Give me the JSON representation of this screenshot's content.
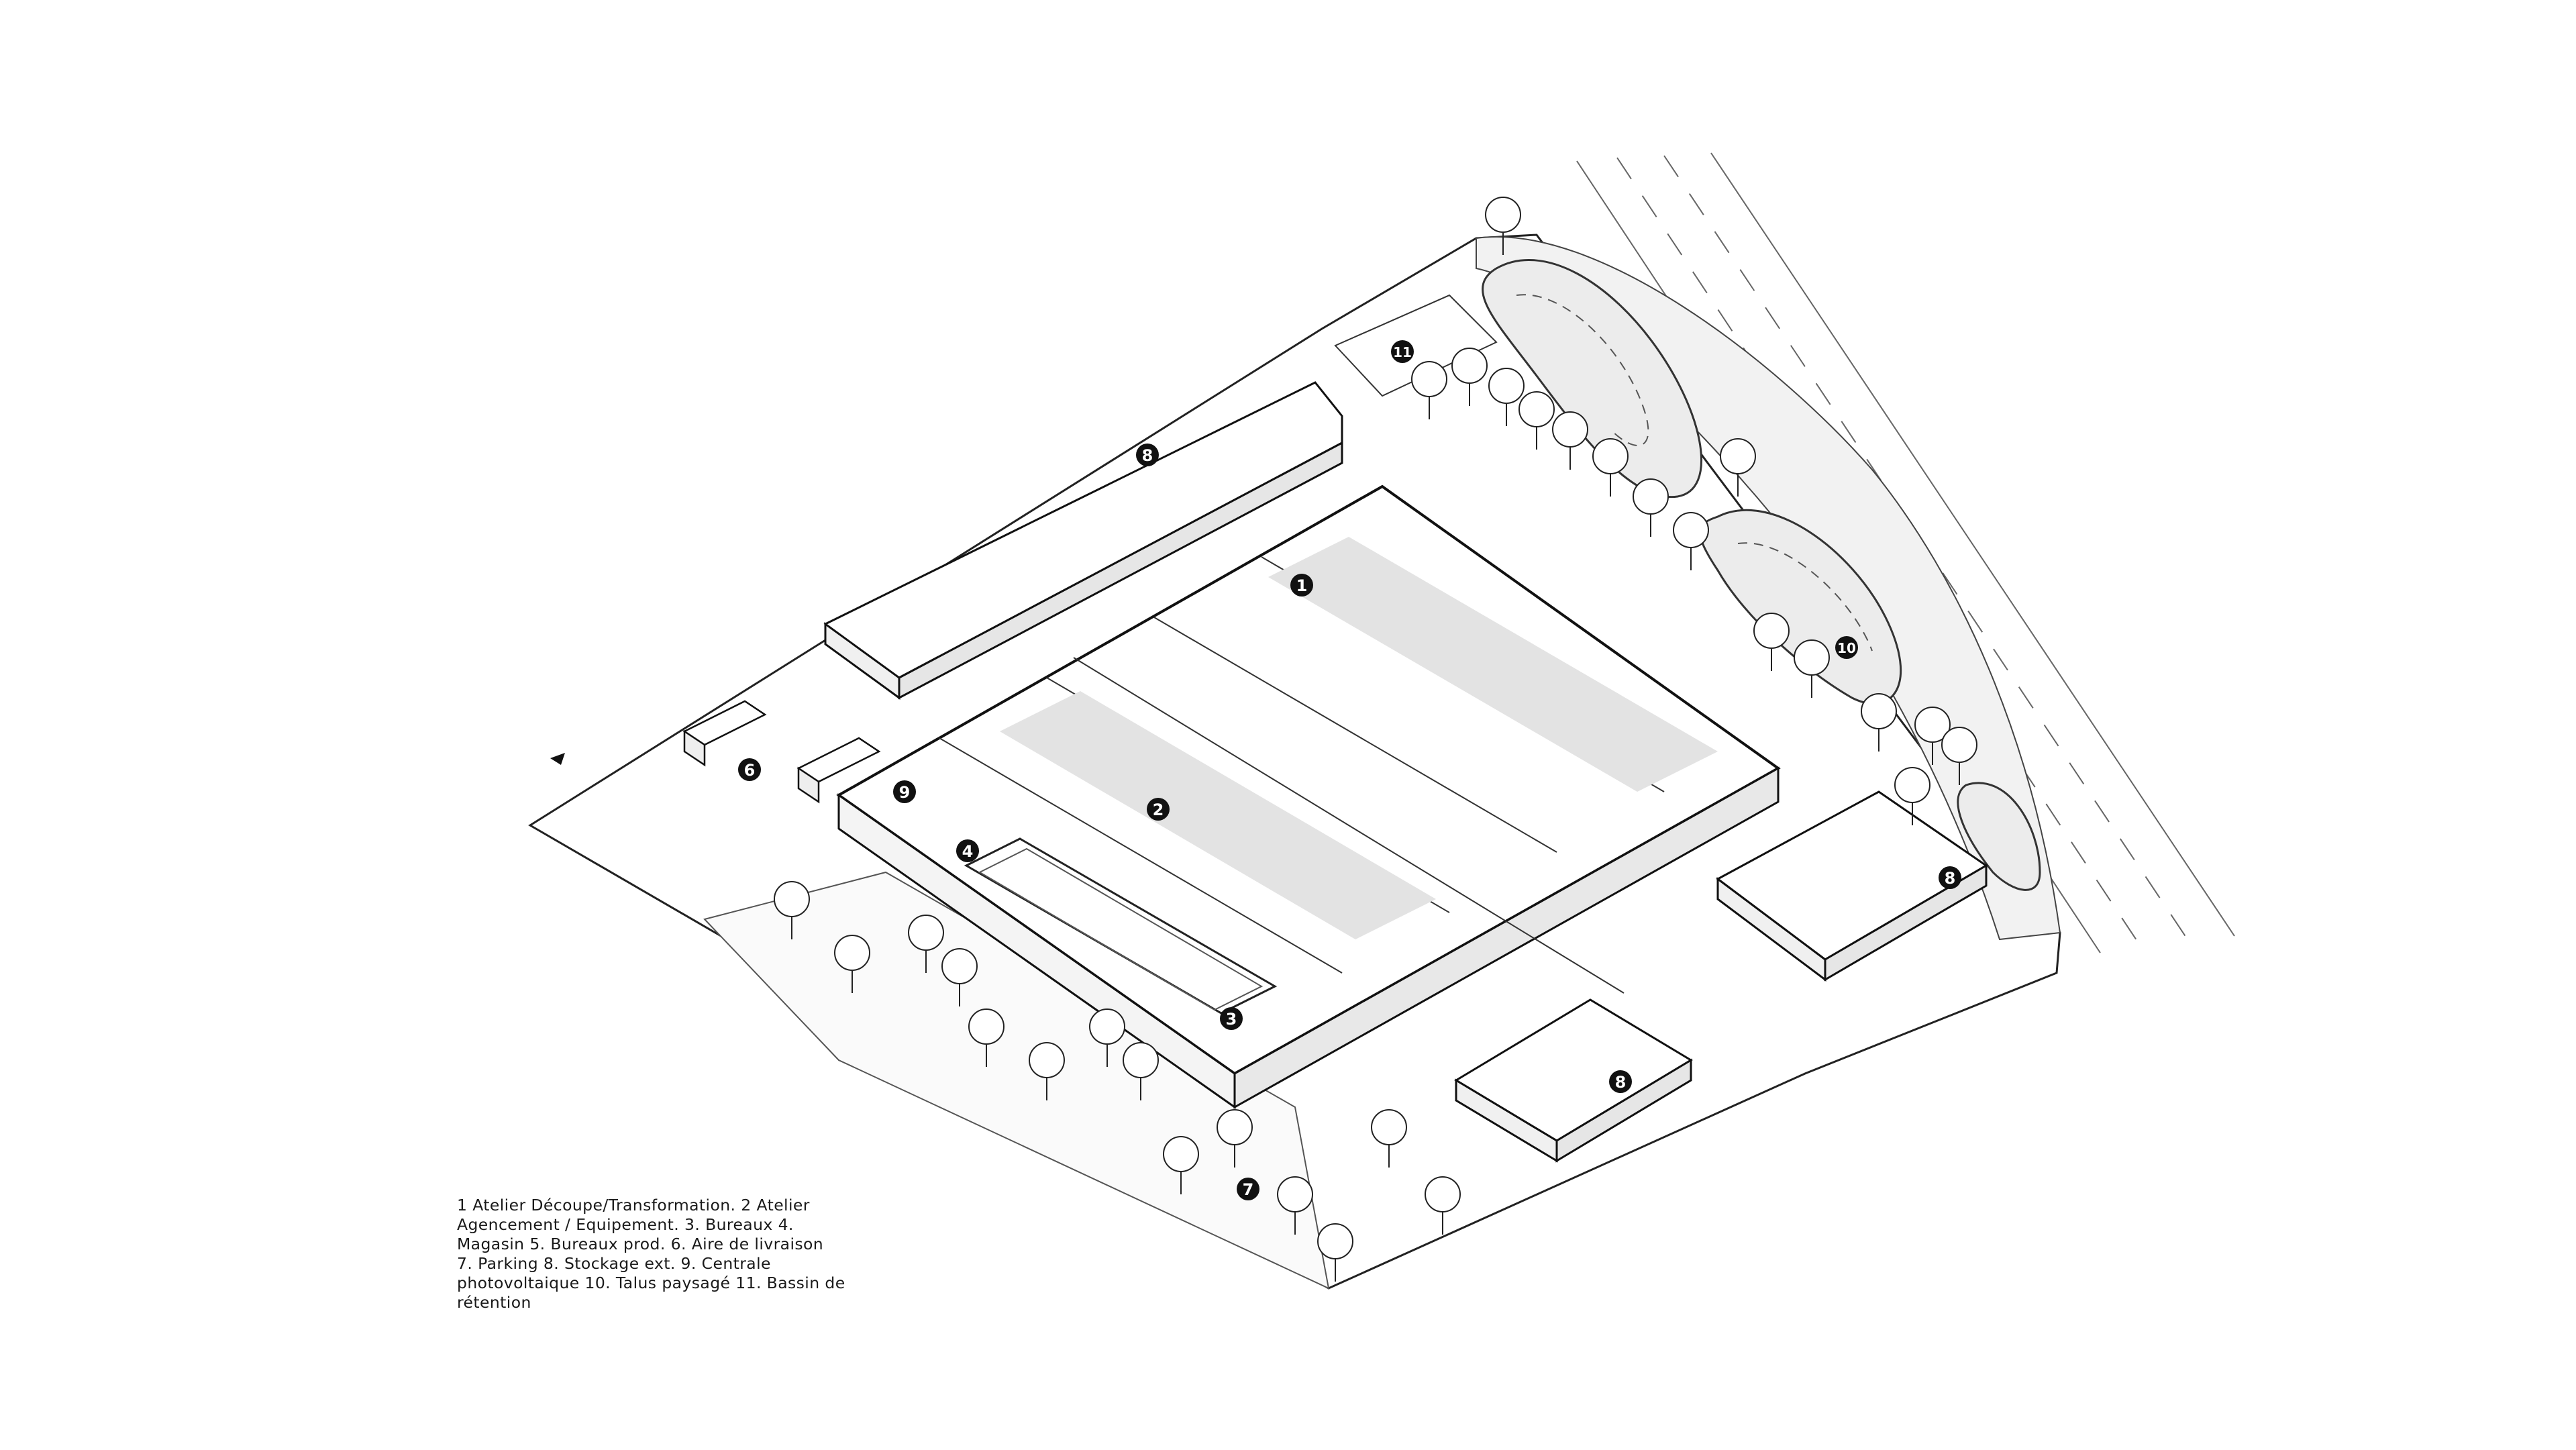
{
  "legend": {
    "lines": [
      "1 Atelier Découpe/Transformation. 2 Atelier",
      "Agencement / Equipement. 3. Bureaux 4.",
      "Magasin 5. Bureaux prod. 6. Aire de livraison",
      "7. Parking 8. Stockage ext. 9. Centrale",
      "photovoltaique 10. Talus paysagé 11. Bassin de",
      "rétention"
    ]
  },
  "markers": [
    "1",
    "2",
    "3",
    "4",
    "6",
    "7",
    "8",
    "8",
    "8",
    "9",
    "10",
    "11"
  ]
}
